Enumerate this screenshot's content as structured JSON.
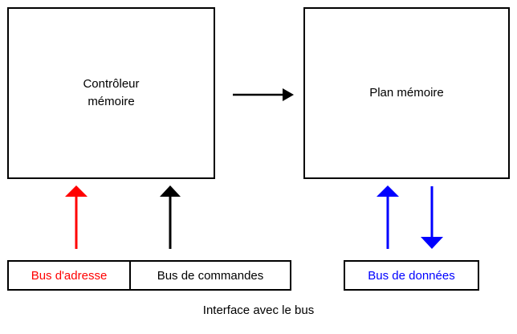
{
  "diagram": {
    "caption": "Interface avec le bus",
    "blocks": [
      {
        "id": "controller",
        "label": "Contrôleur\nmémoire"
      },
      {
        "id": "memory-array",
        "label": "Plan mémoire"
      }
    ],
    "legends": {
      "address_bus": "Bus d'adresse",
      "command_bus": "Bus de commandes",
      "data_bus": "Bus de données"
    },
    "colors": {
      "address_bus": "#ff0000",
      "command_bus": "#000000",
      "data_bus": "#0000ff",
      "border": "#000000",
      "background": "#ffffff"
    },
    "arrows": [
      {
        "name": "controller-to-memory-arrow",
        "direction": "right",
        "color": "#000000"
      },
      {
        "name": "address-bus-arrow",
        "direction": "up",
        "color": "#ff0000"
      },
      {
        "name": "command-bus-arrow",
        "direction": "up",
        "color": "#000000"
      },
      {
        "name": "data-bus-read-arrow",
        "direction": "up",
        "color": "#0000ff"
      },
      {
        "name": "data-bus-write-arrow",
        "direction": "down",
        "color": "#0000ff"
      }
    ]
  }
}
